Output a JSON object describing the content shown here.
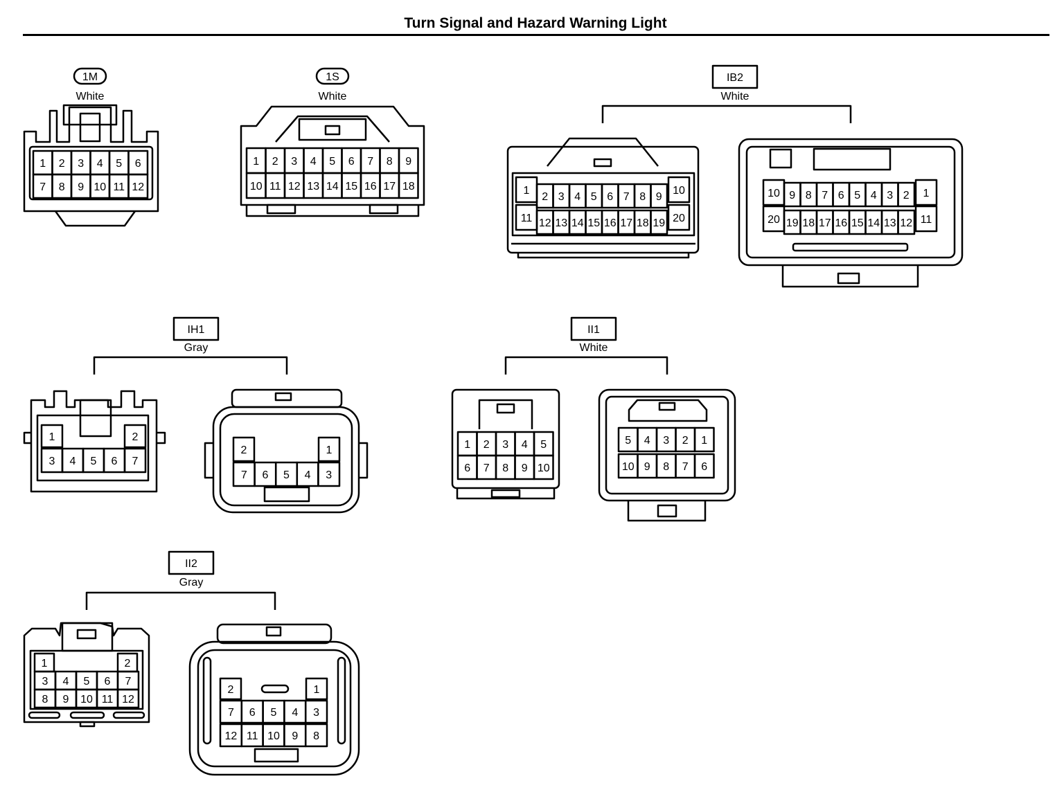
{
  "page": {
    "title": "Turn Signal and Hazard Warning Light"
  },
  "connectors": {
    "c1M": {
      "code": "1M",
      "color": "White",
      "pins": [
        [
          "1",
          "2",
          "3",
          "4",
          "5",
          "6"
        ],
        [
          "7",
          "8",
          "9",
          "10",
          "11",
          "12"
        ]
      ]
    },
    "c1S": {
      "code": "1S",
      "color": "White",
      "pins": [
        [
          "1",
          "2",
          "3",
          "4",
          "5",
          "6",
          "7",
          "8",
          "9"
        ],
        [
          "10",
          "11",
          "12",
          "13",
          "14",
          "15",
          "16",
          "17",
          "18"
        ]
      ]
    },
    "cIB2": {
      "code": "IB2",
      "color": "White",
      "female": {
        "top": [
          "1",
          "2",
          "3",
          "4",
          "5",
          "6",
          "7",
          "8",
          "9",
          "10"
        ],
        "bottom": [
          "11",
          "12",
          "13",
          "14",
          "15",
          "16",
          "17",
          "18",
          "19",
          "20"
        ]
      },
      "male": {
        "top": [
          "10",
          "9",
          "8",
          "7",
          "6",
          "5",
          "4",
          "3",
          "2",
          "1"
        ],
        "bottom": [
          "20",
          "19",
          "18",
          "17",
          "16",
          "15",
          "14",
          "13",
          "12",
          "11"
        ]
      }
    },
    "cIH1": {
      "code": "IH1",
      "color": "Gray",
      "female": {
        "top": [
          "1",
          "2"
        ],
        "bottom": [
          "3",
          "4",
          "5",
          "6",
          "7"
        ]
      },
      "male": {
        "top": [
          "2",
          "1"
        ],
        "bottom": [
          "7",
          "6",
          "5",
          "4",
          "3"
        ]
      }
    },
    "cII1": {
      "code": "II1",
      "color": "White",
      "female": {
        "top": [
          "1",
          "2",
          "3",
          "4",
          "5"
        ],
        "bottom": [
          "6",
          "7",
          "8",
          "9",
          "10"
        ]
      },
      "male": {
        "top": [
          "5",
          "4",
          "3",
          "2",
          "1"
        ],
        "bottom": [
          "10",
          "9",
          "8",
          "7",
          "6"
        ]
      }
    },
    "cII2": {
      "code": "II2",
      "color": "Gray",
      "female": {
        "r1": [
          "1",
          "2"
        ],
        "r2": [
          "3",
          "4",
          "5",
          "6",
          "7"
        ],
        "r3": [
          "8",
          "9",
          "10",
          "11",
          "12"
        ]
      },
      "male": {
        "r1": [
          "2",
          "1"
        ],
        "r2": [
          "7",
          "6",
          "5",
          "4",
          "3"
        ],
        "r3": [
          "12",
          "11",
          "10",
          "9",
          "8"
        ]
      }
    }
  }
}
